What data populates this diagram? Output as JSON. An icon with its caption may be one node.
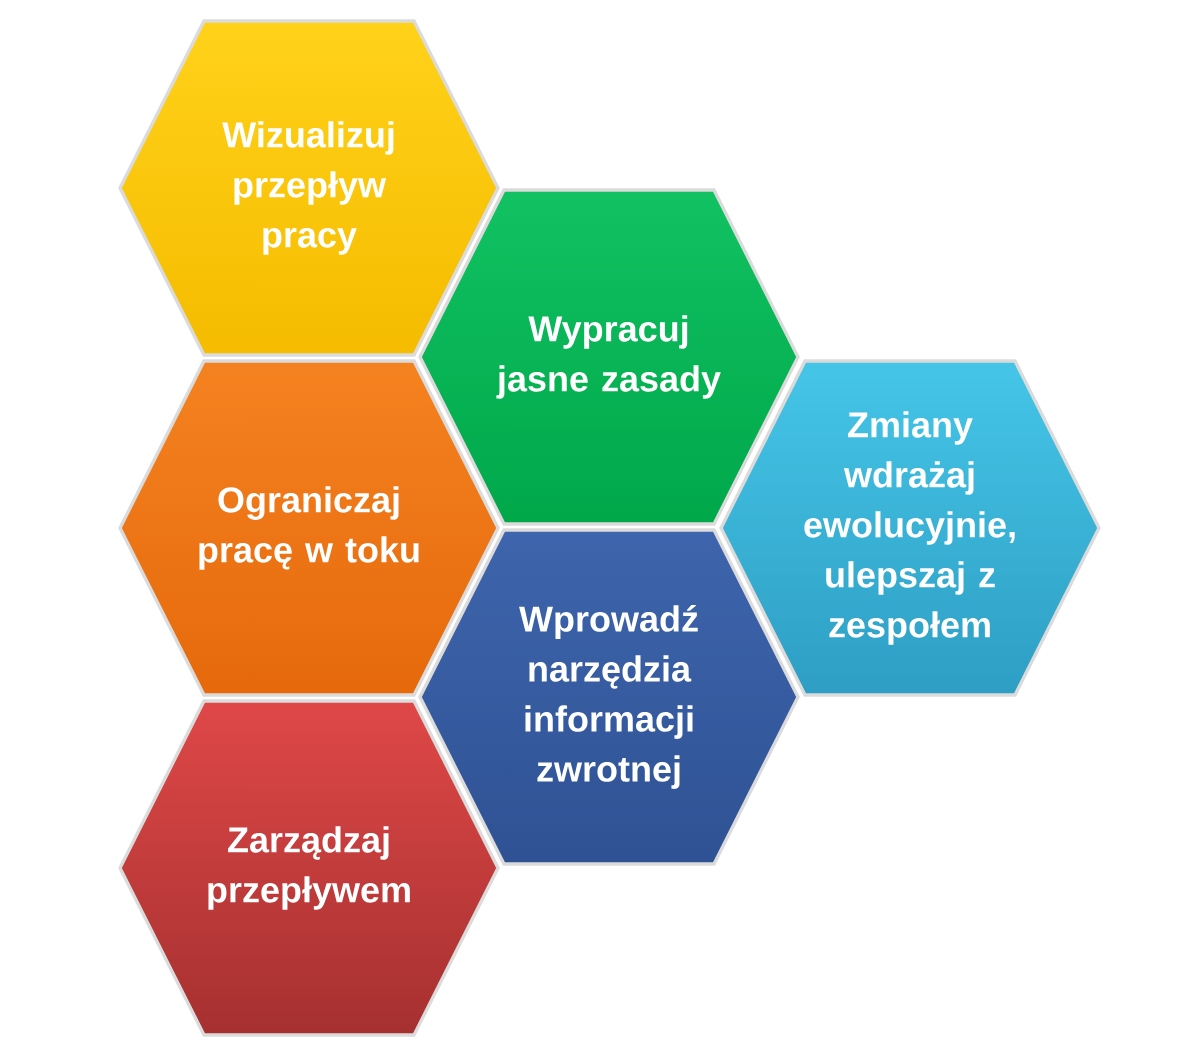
{
  "diagram": {
    "nodes": [
      {
        "text": [
          "Wizualizuj przepływ pracy"
        ]
      },
      {
        "text": [
          "Wypracuj jasne zasady"
        ]
      },
      {
        "text": [
          "Ograniczaj pracę w toku"
        ]
      },
      {
        "text": [
          "Zmiany wdrażaj ewolucyjnie, ulepszaj z zespołem"
        ]
      },
      {
        "text": [
          "Wprowadź narzędzia informacji zwrotnej"
        ]
      },
      {
        "text": [
          "Zarządzaj przepływem"
        ]
      }
    ]
  }
}
